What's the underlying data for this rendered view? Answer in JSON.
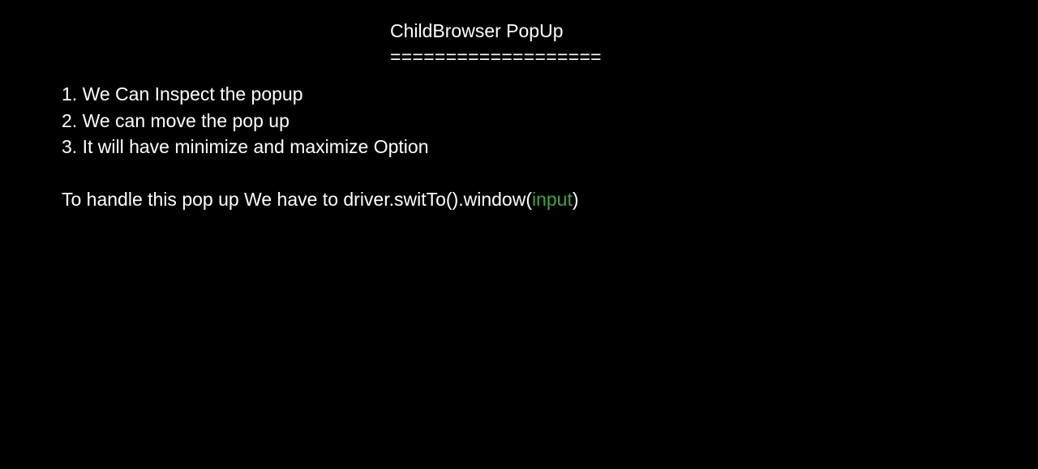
{
  "title": {
    "text": "ChildBrowser PopUp",
    "underline": "==================="
  },
  "points": [
    "1. We Can Inspect the popup",
    "2. We can move the pop up",
    "3. It will have minimize and maximize Option"
  ],
  "handle": {
    "prefix": "To handle this pop up We have to driver.switTo().window(",
    "argument": "input",
    "suffix": ")"
  },
  "colors": {
    "background": "#000000",
    "text": "#ffffff",
    "argument": "#3fa14a"
  }
}
